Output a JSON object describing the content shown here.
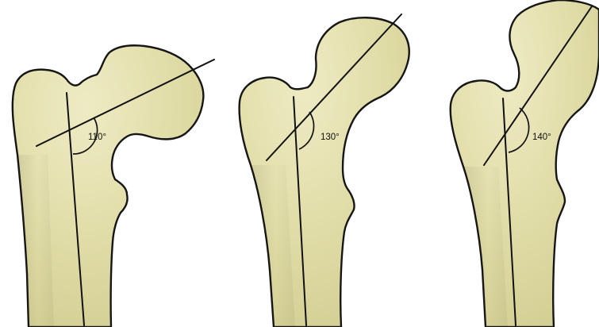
{
  "femurs": [
    {
      "angle_label": "110°"
    },
    {
      "angle_label": "130°"
    },
    {
      "angle_label": "140°"
    }
  ],
  "colors": {
    "bone_fill_light": "#e9e6b9",
    "bone_fill_mid": "#d8d49a",
    "bone_fill_shadow": "#c8c383",
    "outline": "#161616",
    "background": "#ffffff"
  }
}
